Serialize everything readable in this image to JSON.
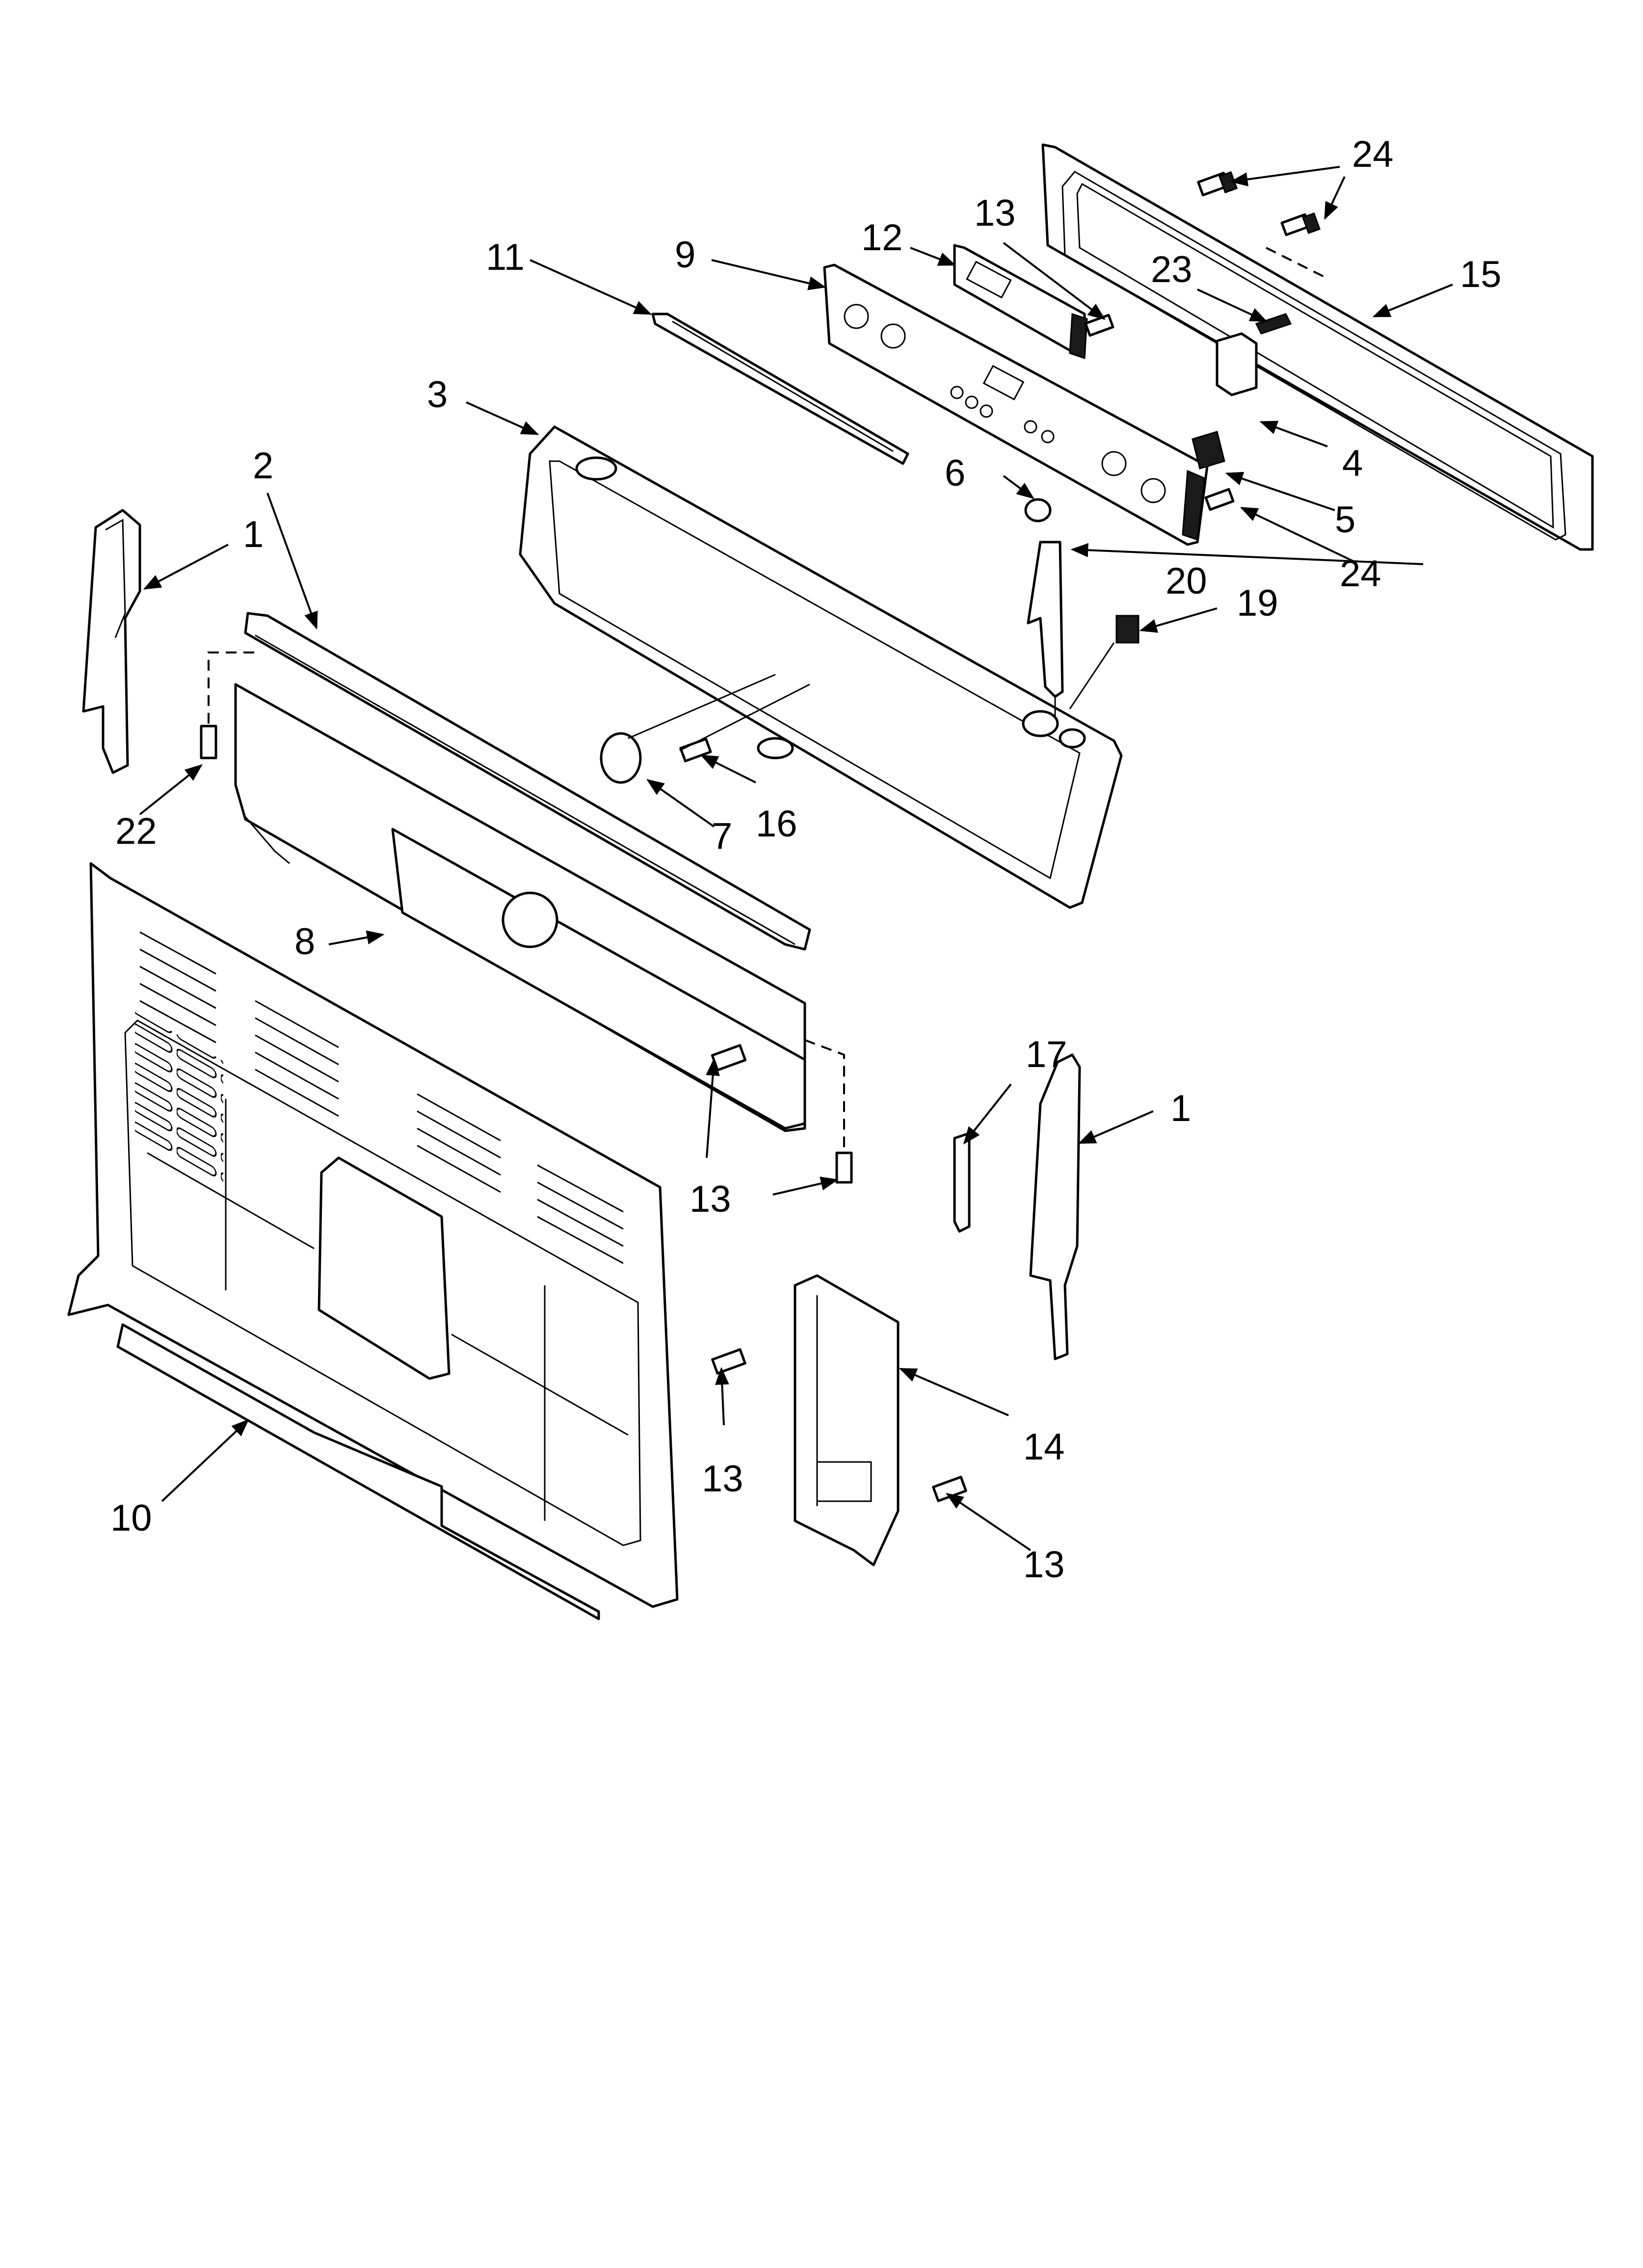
{
  "callouts": [
    {
      "id": "label-24-top",
      "text": "24"
    },
    {
      "id": "label-13-top",
      "text": "13"
    },
    {
      "id": "label-12",
      "text": "12"
    },
    {
      "id": "label-9",
      "text": "9"
    },
    {
      "id": "label-11",
      "text": "11"
    },
    {
      "id": "label-23",
      "text": "23"
    },
    {
      "id": "label-15",
      "text": "15"
    },
    {
      "id": "label-3",
      "text": "3"
    },
    {
      "id": "label-2",
      "text": "2"
    },
    {
      "id": "label-6",
      "text": "6"
    },
    {
      "id": "label-4",
      "text": "4"
    },
    {
      "id": "label-5",
      "text": "5"
    },
    {
      "id": "label-24-right",
      "text": "24"
    },
    {
      "id": "label-20",
      "text": "20"
    },
    {
      "id": "label-19",
      "text": "19"
    },
    {
      "id": "label-1-left",
      "text": "1"
    },
    {
      "id": "label-22",
      "text": "22"
    },
    {
      "id": "label-7",
      "text": "7"
    },
    {
      "id": "label-16",
      "text": "16"
    },
    {
      "id": "label-8",
      "text": "8"
    },
    {
      "id": "label-17",
      "text": "17"
    },
    {
      "id": "label-1-right",
      "text": "1"
    },
    {
      "id": "label-13-mid",
      "text": "13"
    },
    {
      "id": "label-14",
      "text": "14"
    },
    {
      "id": "label-13-lower",
      "text": "13"
    },
    {
      "id": "label-10",
      "text": "10"
    },
    {
      "id": "label-13-bottom",
      "text": "13"
    }
  ]
}
